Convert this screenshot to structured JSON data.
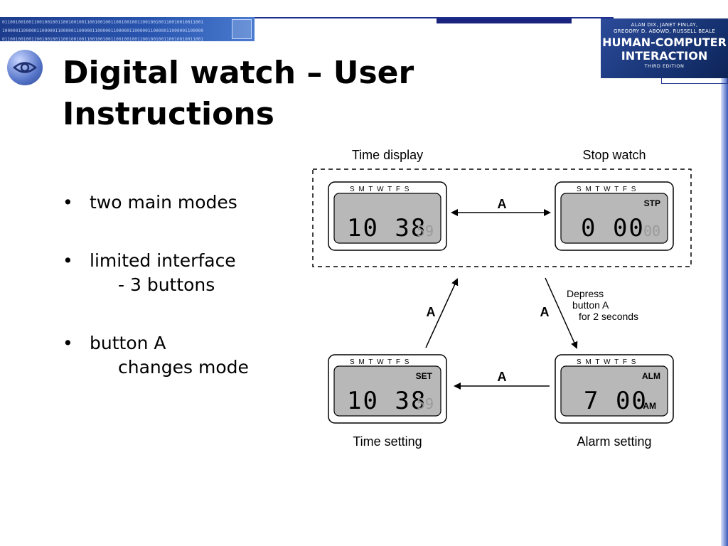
{
  "slide": {
    "title_line1": "Digital watch – User",
    "title_line2": "Instructions"
  },
  "bullets": [
    {
      "text": "two main modes",
      "sub": ""
    },
    {
      "text": "limited interface",
      "sub": "- 3 buttons"
    },
    {
      "text": "button A",
      "sub": "changes mode"
    }
  ],
  "book": {
    "authors_line1": "ALAN DIX, JANET FINLAY,",
    "authors_line2": "GREGORY D. ABOWD, RUSSELL BEALE",
    "title_line1": "HUMAN-COMPUTER",
    "title_line2": "INTERACTION",
    "edition": "THIRD EDITION"
  },
  "banner_bits": [
    "0110010010011001001001100100100110010010011001001001100100100110010010011001",
    "1000001100000110000011000001100000110000011000001100000110000011000001100000"
  ],
  "diagram": {
    "day_letters": "S M T W T F S",
    "modes": {
      "time_display": {
        "label": "Time display",
        "digits": "10 38",
        "seconds": "59",
        "indicator": ""
      },
      "stop_watch": {
        "label": "Stop watch",
        "digits": "0 00",
        "seconds": "00",
        "indicator": "STP"
      },
      "time_setting": {
        "label": "Time setting",
        "digits": "10 38",
        "seconds": "59",
        "indicator": "SET"
      },
      "alarm_setting": {
        "label": "Alarm setting",
        "digits": "7 00",
        "seconds": "",
        "indicator": "ALM",
        "indicator2": "AM"
      }
    },
    "button_label": "A",
    "note_line1": "Depress",
    "note_line2": "button A",
    "note_line3": "for 2 seconds"
  },
  "colors": {
    "lcd_fill": "#b8b8b8",
    "banner_blue": "#1d3c8c",
    "dark_bar": "#1a237e"
  }
}
